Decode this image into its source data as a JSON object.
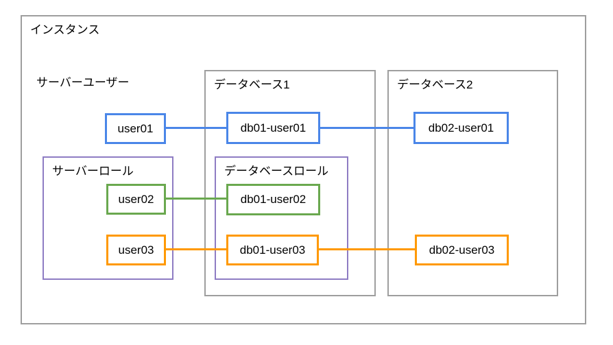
{
  "colors": {
    "gray": "#9e9e9e",
    "blue": "#4a86e8",
    "green": "#6aa84f",
    "orange": "#ff9900",
    "purple": "#8e7cc3",
    "text": "#000000",
    "background": "#ffffff"
  },
  "instance": {
    "label": "インスタンス"
  },
  "labels": {
    "server_user": "サーバーユーザー"
  },
  "containers": {
    "database1": {
      "label": "データベース1"
    },
    "database2": {
      "label": "データベース2"
    },
    "server_role": {
      "label": "サーバーロール"
    },
    "database_role": {
      "label": "データベースロール"
    }
  },
  "nodes": {
    "user01": {
      "label": "user01",
      "color": "#4a86e8"
    },
    "db01_user01": {
      "label": "db01-user01",
      "color": "#4a86e8"
    },
    "db02_user01": {
      "label": "db02-user01",
      "color": "#4a86e8"
    },
    "user02": {
      "label": "user02",
      "color": "#6aa84f"
    },
    "db01_user02": {
      "label": "db01-user02",
      "color": "#6aa84f"
    },
    "user03": {
      "label": "user03",
      "color": "#ff9900"
    },
    "db01_user03": {
      "label": "db01-user03",
      "color": "#ff9900"
    },
    "db02_user03": {
      "label": "db02-user03",
      "color": "#ff9900"
    }
  },
  "connections": [
    {
      "from": "user01",
      "to": "db01-user01",
      "color": "#4a86e8"
    },
    {
      "from": "db01-user01",
      "to": "db02-user01",
      "color": "#4a86e8"
    },
    {
      "from": "user02",
      "to": "db01-user02",
      "color": "#6aa84f"
    },
    {
      "from": "user03",
      "to": "db01-user03",
      "color": "#ff9900"
    },
    {
      "from": "db01-user03",
      "to": "db02-user03",
      "color": "#ff9900"
    }
  ]
}
